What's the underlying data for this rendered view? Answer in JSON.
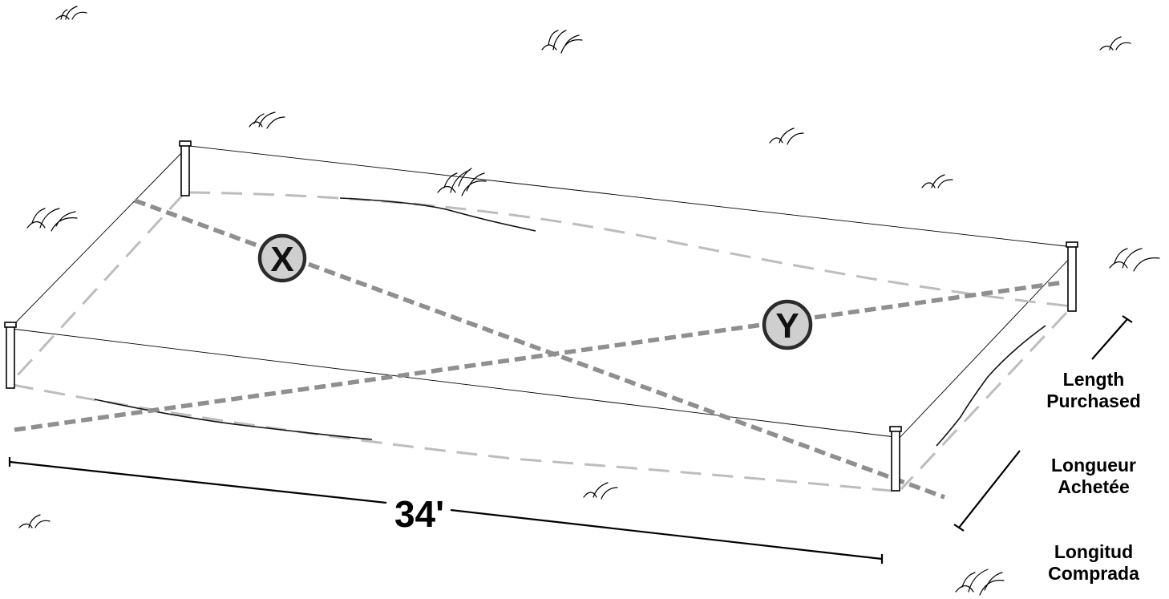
{
  "dimension": {
    "value": "34'"
  },
  "markers": {
    "x": "X",
    "y": "Y"
  },
  "labels": {
    "en": [
      "Length",
      "Purchased"
    ],
    "fr": [
      "Longueur",
      "Achetée"
    ],
    "es": [
      "Longitud",
      "Comprada"
    ]
  },
  "colors": {
    "line": "#000000",
    "ghost_outline": "#bdbdbd",
    "diagonal": "#8f8f8f",
    "marker_fill": "#cfcfcf"
  },
  "icons": [
    "grass-tuft-icon",
    "fence-post-icon"
  ]
}
